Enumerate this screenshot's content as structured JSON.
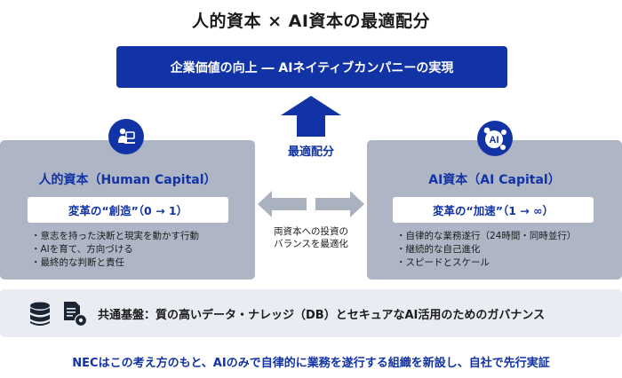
{
  "title": "人的資本 × AI資本の最適配分",
  "top_box": "企業価値の向上 ― AIネイティブカンパニーの実現",
  "center_caption": "最適配分",
  "left": {
    "icon": "person-at-desk-icon",
    "title": "人的資本（Human Capital）",
    "pill": "変革の“創造”（0 → 1）",
    "bullets": [
      "意志を持った決断と現実を動かす行動",
      "AIを育て、方向づける",
      "最終的な判断と責任"
    ]
  },
  "right": {
    "icon": "ai-molecule-icon",
    "icon_label": "AI",
    "title": "AI資本（AI Capital）",
    "pill": "変革の“加速”（1 → ∞）",
    "bullets": [
      "自律的な業務遂行（24時間・同時並行）",
      "継続的な自己進化",
      "スピードとスケール"
    ]
  },
  "middle_caption": [
    "両資本への投資の",
    "バランスを最適化"
  ],
  "foundation": {
    "icons": [
      "database-icon",
      "document-settings-icon"
    ],
    "text": "共通基盤：質の高いデータ・ナレッジ（DB）とセキュアなAI活用のためのガバナンス"
  },
  "footer": "NECはこの考え方のもと、AIのみで自律的に業務を遂行する組織を新設し、自社で先行実証",
  "colors": {
    "brand_blue": "#1233a6",
    "panel_gray": "#aeb6c6",
    "arrow_gray": "#aab1bf",
    "foundation_bg": "#e9ecf2"
  }
}
